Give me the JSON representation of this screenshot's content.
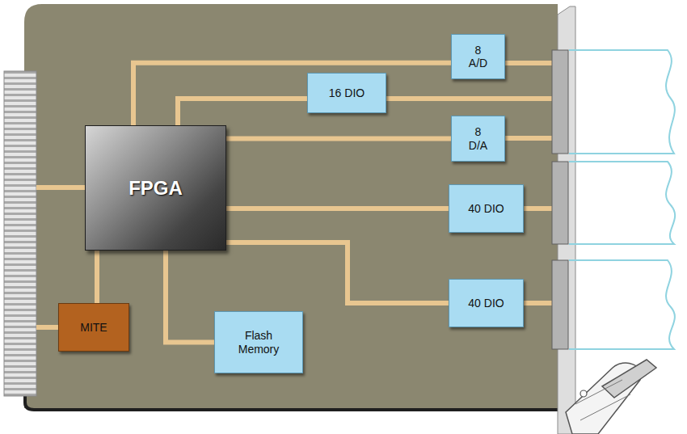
{
  "diagram": {
    "nodes": [
      {
        "text": [
          "8 A/D"
        ]
      },
      {
        "text": [
          "16 DIO"
        ]
      },
      {
        "text": [
          "FPGA"
        ]
      },
      {
        "text": [
          "8 D/A"
        ]
      },
      {
        "text": [
          "40 DIO"
        ]
      },
      {
        "text": [
          "40 DIO"
        ]
      },
      {
        "text": [
          "MITE"
        ]
      },
      {
        "text": [
          "Flash Memory"
        ]
      }
    ],
    "edges": [
      {
        "from": 2,
        "to": 0,
        "arrow": "none"
      },
      {
        "from": 2,
        "to": 1,
        "arrow": "none"
      },
      {
        "from": 2,
        "to": 3,
        "arrow": "none"
      },
      {
        "from": 2,
        "to": 4,
        "arrow": "none"
      },
      {
        "from": 2,
        "to": 5,
        "arrow": "none"
      },
      {
        "from": 2,
        "to": 7,
        "arrow": "none"
      },
      {
        "from": 2,
        "to": 6,
        "arrow": "none"
      }
    ]
  }
}
